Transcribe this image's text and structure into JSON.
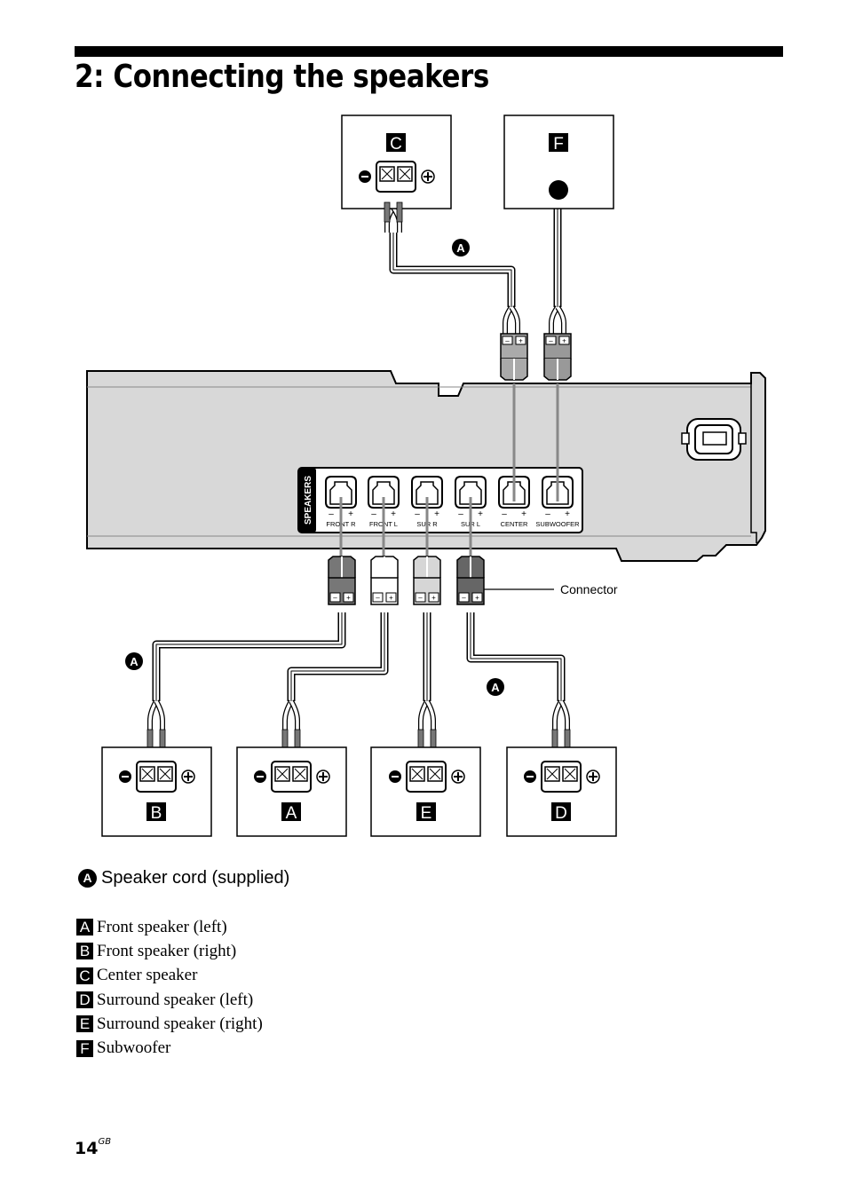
{
  "page": {
    "title": "2: Connecting the speakers",
    "page_number": "14",
    "page_suffix": "GB"
  },
  "diagram": {
    "panel_label": "SPEAKERS",
    "terminals": [
      {
        "name": "FRONT R"
      },
      {
        "name": "FRONT L"
      },
      {
        "name": "SUR R"
      },
      {
        "name": "SUR L"
      },
      {
        "name": "CENTER"
      },
      {
        "name": "SUBWOOFER"
      }
    ],
    "minus_sign": "–",
    "plus_sign": "+",
    "connector_label": "Connector",
    "cord_marker": "A",
    "speaker_boxes": {
      "center": "C",
      "subwoofer": "F",
      "front_right": "B",
      "front_left": "A",
      "surround_right": "E",
      "surround_left": "D"
    }
  },
  "cord_legend": {
    "marker": "A",
    "text": "Speaker cord (supplied)"
  },
  "legend": [
    {
      "letter": "A",
      "text": "Front speaker (left)"
    },
    {
      "letter": "B",
      "text": "Front speaker (right)"
    },
    {
      "letter": "C",
      "text": "Center speaker"
    },
    {
      "letter": "D",
      "text": "Surround speaker (left)"
    },
    {
      "letter": "E",
      "text": "Surround speaker (right)"
    },
    {
      "letter": "F",
      "text": "Subwoofer"
    }
  ]
}
